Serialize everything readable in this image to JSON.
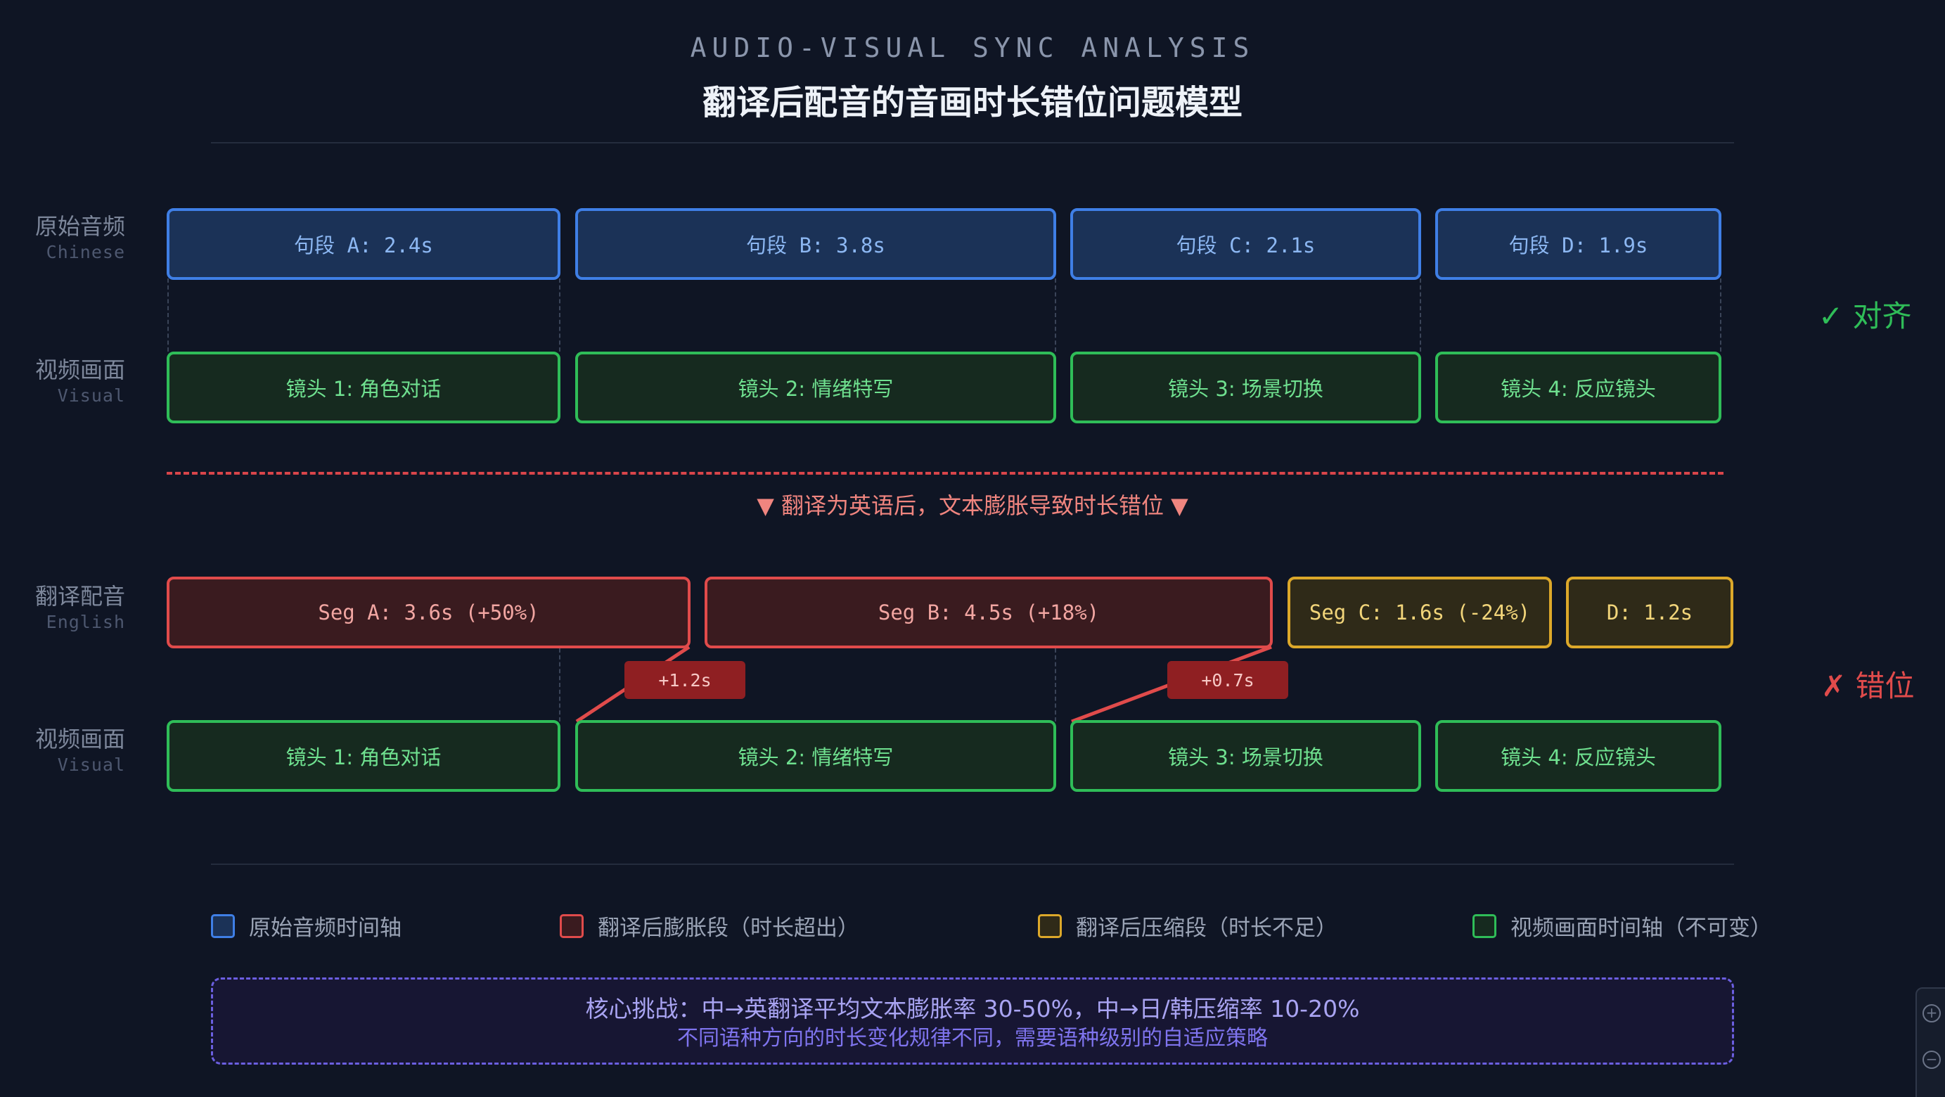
{
  "header": {
    "eyebrow": "AUDIO-VISUAL SYNC ANALYSIS",
    "title": "翻译后配音的音画时长错位问题模型"
  },
  "rows": {
    "original_audio": {
      "label": "原始音频",
      "sublabel": "Chinese"
    },
    "visual_top": {
      "label": "视频画面",
      "sublabel": "Visual"
    },
    "dubbed_audio": {
      "label": "翻译配音",
      "sublabel": "English"
    },
    "visual_bottom": {
      "label": "视频画面",
      "sublabel": "Visual"
    }
  },
  "original_segments": [
    "句段 A: 2.4s",
    "句段 B: 3.8s",
    "句段 C: 2.1s",
    "句段 D: 1.9s"
  ],
  "shots": [
    "镜头 1: 角色对话",
    "镜头 2: 情绪特写",
    "镜头 3: 场景切换",
    "镜头 4: 反应镜头"
  ],
  "dubbed_segments": [
    "Seg A: 3.6s (+50%)",
    "Seg B: 4.5s (+18%)",
    "Seg C: 1.6s (-24%)",
    "D: 1.2s"
  ],
  "overflow_deltas": [
    "+1.2s",
    "+0.7s"
  ],
  "translation_note": "▼ 翻译为英语后，文本膨胀导致时长错位 ▼",
  "status": {
    "aligned": "✓ 对齐",
    "misaligned": "✗ 错位"
  },
  "legend": [
    {
      "label": "原始音频时间轴",
      "color": "#3f7fe6",
      "fill": "#1b3257"
    },
    {
      "label": "翻译后膨胀段（时长超出）",
      "color": "#e04b4b",
      "fill": "#3a1b1f"
    },
    {
      "label": "翻译后压缩段（时长不足）",
      "color": "#dca82a",
      "fill": "#2f2a18"
    },
    {
      "label": "视频画面时间轴（不可变）",
      "color": "#2fbd58",
      "fill": "#162a1f"
    }
  ],
  "callout": {
    "line1": "核心挑战：中→英翻译平均文本膨胀率 30-50%，中→日/韩压缩率 10-20%",
    "line2": "不同语种方向的时长变化规律不同，需要语种级别的自适应策略"
  },
  "colors": {
    "background": "#0f1524",
    "blue": "#3f7fe6",
    "green": "#2fbd58",
    "red": "#e04b4b",
    "amber": "#dca82a",
    "purple": "#6b5fe0"
  },
  "icons": {
    "zoom_in": "zoom-in-icon",
    "zoom_out": "zoom-out-icon"
  }
}
